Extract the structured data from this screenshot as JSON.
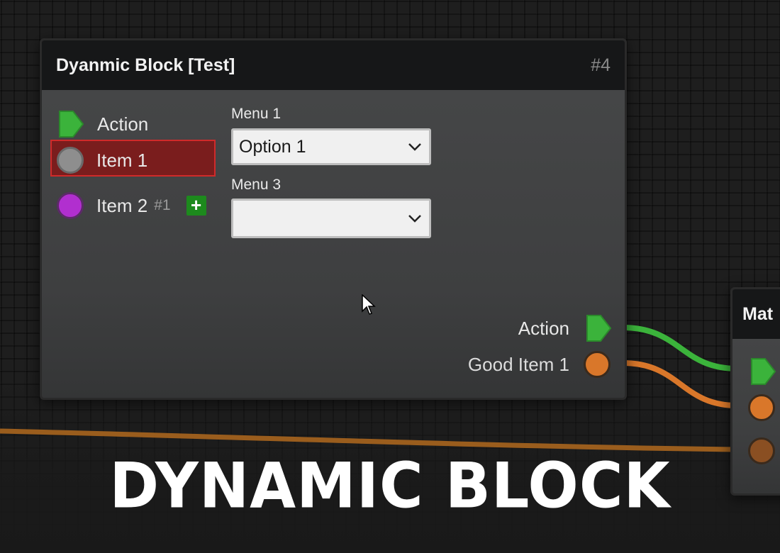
{
  "node_main": {
    "title": "Dyanmic Block [Test]",
    "id": "#4",
    "inputs": [
      {
        "label": "Action",
        "type": "exec",
        "color": "#3bb33b"
      },
      {
        "label": "Item 1",
        "type": "data",
        "color": "#8e8e8e",
        "selected": true
      },
      {
        "label": "Item 2",
        "sub": "#1",
        "type": "data",
        "color": "#b12fcf",
        "add_button": "+"
      }
    ],
    "menus": [
      {
        "label": "Menu 1",
        "value": "Option 1"
      },
      {
        "label": "Menu 3",
        "value": ""
      }
    ],
    "outputs": [
      {
        "label": "Action",
        "type": "exec",
        "color": "#3bb33b"
      },
      {
        "label": "Good Item 1",
        "type": "data",
        "color": "#d9772a"
      }
    ]
  },
  "node_right": {
    "title": "Mat",
    "pin_colors": {
      "exec": "#3bb33b",
      "data1": "#d9772a",
      "data2": "#8a4f22"
    }
  },
  "wire_colors": {
    "exec": "#3bb33b",
    "data": "#d9772a",
    "data_dim": "#a8651e"
  },
  "banner": {
    "text": "DYNAMIC BLOCK"
  }
}
